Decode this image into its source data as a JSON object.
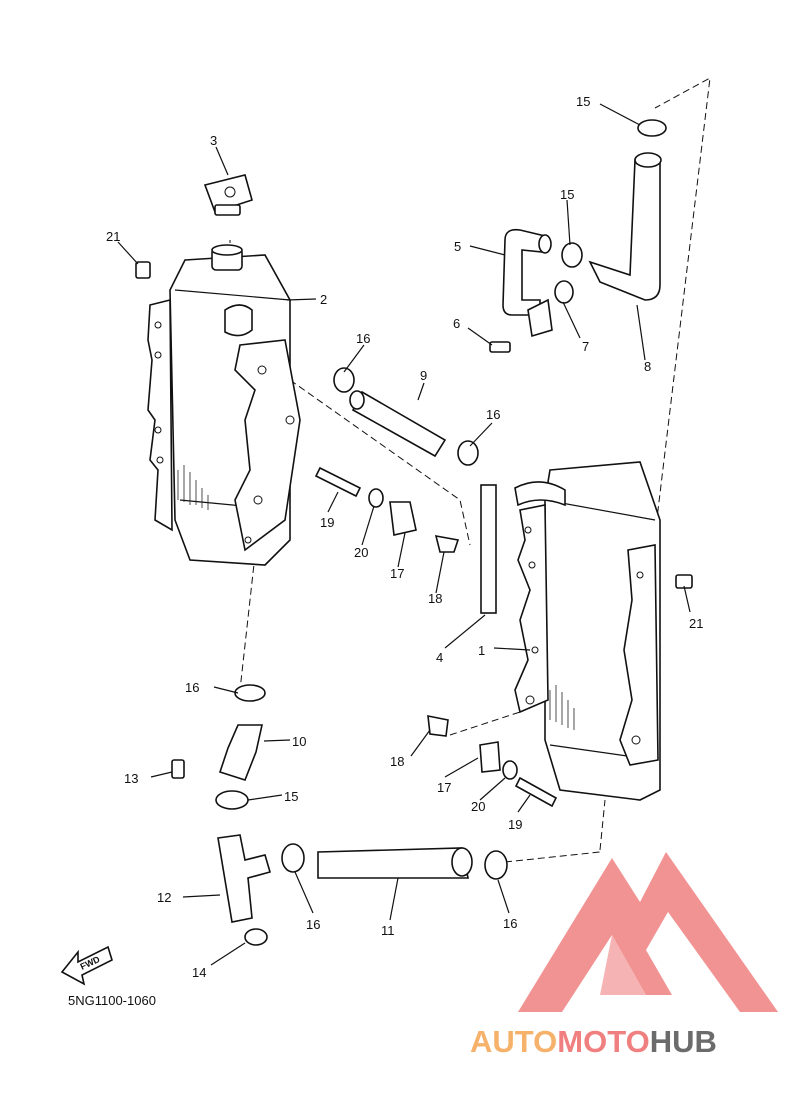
{
  "diagram_code": "5NG1100-1060",
  "fwd_label": "FWD",
  "watermark": {
    "text_part1": "AUTO",
    "text_part2": "MOTO",
    "text_part3": "HUB",
    "color_orange": "#f6b26b",
    "color_red": "#f08080",
    "color_dark": "#6b6b6b"
  },
  "callouts": [
    {
      "id": "c1",
      "label": "1"
    },
    {
      "id": "c2",
      "label": "2"
    },
    {
      "id": "c3",
      "label": "3"
    },
    {
      "id": "c4",
      "label": "4"
    },
    {
      "id": "c5",
      "label": "5"
    },
    {
      "id": "c6",
      "label": "6"
    },
    {
      "id": "c7",
      "label": "7"
    },
    {
      "id": "c8",
      "label": "8"
    },
    {
      "id": "c9",
      "label": "9"
    },
    {
      "id": "c10",
      "label": "10"
    },
    {
      "id": "c11",
      "label": "11"
    },
    {
      "id": "c12",
      "label": "12"
    },
    {
      "id": "c13",
      "label": "13"
    },
    {
      "id": "c14",
      "label": "14"
    },
    {
      "id": "c15a",
      "label": "15"
    },
    {
      "id": "c15b",
      "label": "15"
    },
    {
      "id": "c15c",
      "label": "15"
    },
    {
      "id": "c16a",
      "label": "16"
    },
    {
      "id": "c16b",
      "label": "16"
    },
    {
      "id": "c16c",
      "label": "16"
    },
    {
      "id": "c16d",
      "label": "16"
    },
    {
      "id": "c16e",
      "label": "16"
    },
    {
      "id": "c17a",
      "label": "17"
    },
    {
      "id": "c17b",
      "label": "17"
    },
    {
      "id": "c18a",
      "label": "18"
    },
    {
      "id": "c18b",
      "label": "18"
    },
    {
      "id": "c19a",
      "label": "19"
    },
    {
      "id": "c19b",
      "label": "19"
    },
    {
      "id": "c20a",
      "label": "20"
    },
    {
      "id": "c20b",
      "label": "20"
    },
    {
      "id": "c21a",
      "label": "21"
    },
    {
      "id": "c21b",
      "label": "21"
    }
  ]
}
